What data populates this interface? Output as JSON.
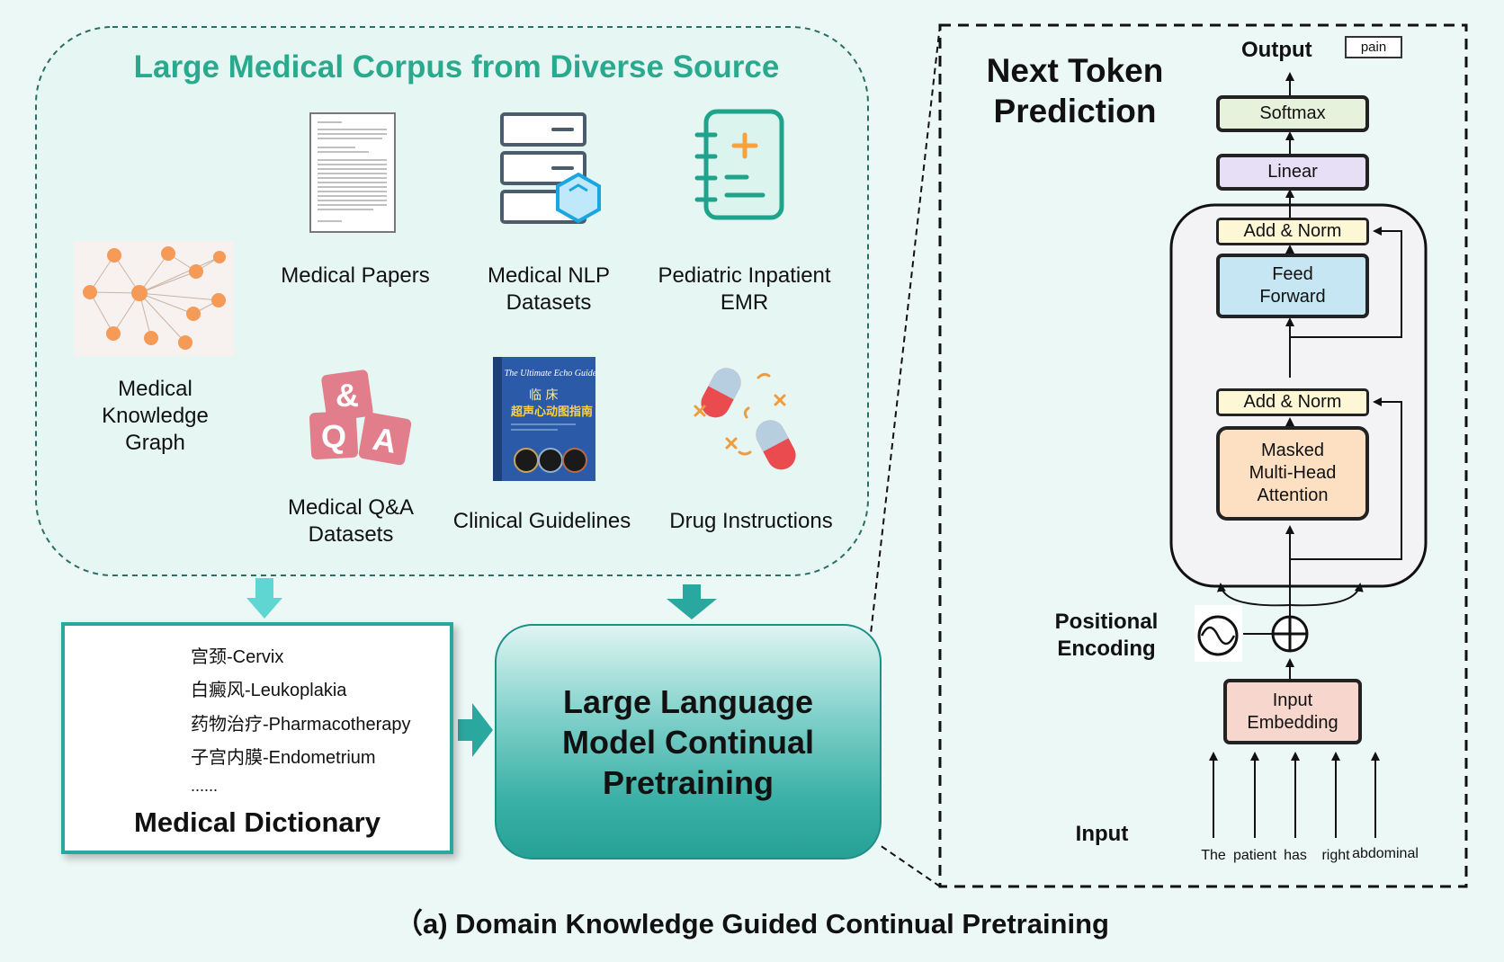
{
  "corpus": {
    "title": "Large Medical Corpus from Diverse Source",
    "items": {
      "kg": "Medical\nKnowledge\nGraph",
      "papers": "Medical Papers",
      "nlp": "Medical NLP\nDatasets",
      "emr": "Pediatric Inpatient\nEMR",
      "qa": "Medical Q&A\nDatasets",
      "guidelines": "Clinical Guidelines",
      "drug": "Drug Instructions"
    },
    "book_cover": {
      "title": "The Ultimate Echo Guide",
      "line1": "临  床",
      "line2": "超声心动图指南"
    },
    "qa_icon": {
      "amp": "&",
      "q": "Q",
      "a": "A"
    }
  },
  "dictionary": {
    "entries": [
      "宫颈-Cervix",
      "白癜风-Leukoplakia",
      "药物治疗-Pharmacotherapy",
      "子宫内膜-Endometrium",
      "......"
    ],
    "title": "Medical Dictionary"
  },
  "llm": {
    "text": "Large Language\nModel Continual\nPretraining"
  },
  "transformer": {
    "title": "Next Token\nPrediction",
    "output_label": "Output",
    "output_token": "pain",
    "softmax": "Softmax",
    "linear": "Linear",
    "add_norm_top": "Add & Norm",
    "feed_forward": "Feed\nForward",
    "add_norm_bottom": "Add & Norm",
    "masked_attention": "Masked\nMulti-Head\nAttention",
    "positional_encoding": "Positional\nEncoding",
    "input_embedding": "Input\nEmbedding",
    "input_label": "Input",
    "tokens": [
      "The",
      "patient",
      "has",
      "right",
      "abdominal"
    ]
  },
  "caption": "（a) Domain Knowledge Guided Continual Pretraining",
  "colors": {
    "background": "#ecf8f5",
    "teal": "#2aa98e",
    "softmax": "#e6f2dc",
    "linear": "#e7dff6",
    "add_norm": "#fdf7d6",
    "feed_forward": "#c6e6f3",
    "attention": "#fde0c2",
    "embedding": "#f6d6cd"
  }
}
